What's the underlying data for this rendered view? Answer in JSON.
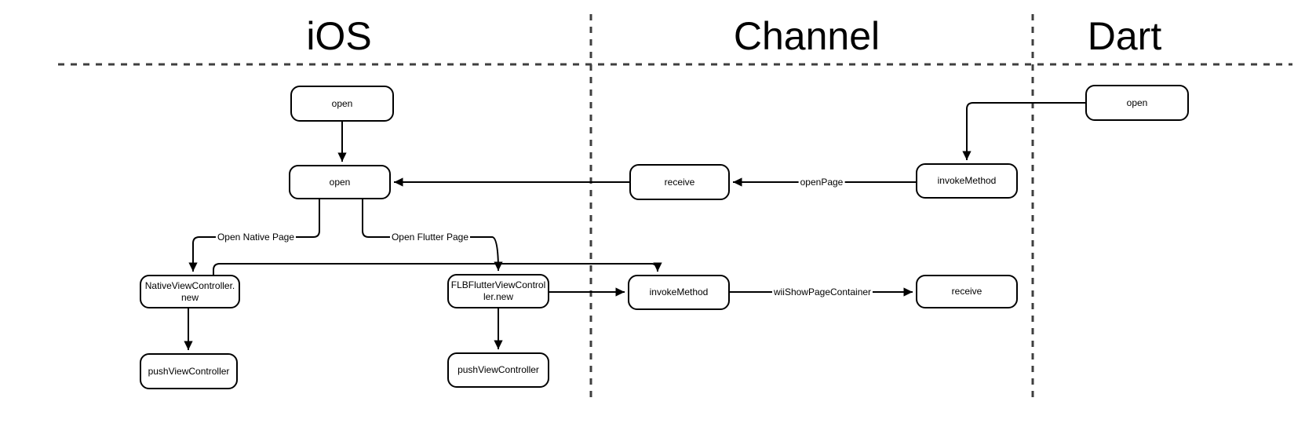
{
  "diagram": {
    "lanes": [
      {
        "id": "ios",
        "title": "iOS"
      },
      {
        "id": "channel",
        "title": "Channel"
      },
      {
        "id": "dart",
        "title": "Dart"
      }
    ],
    "nodes": {
      "ios_open_top": {
        "label": "open"
      },
      "ios_open": {
        "label": "open"
      },
      "channel_receive": {
        "label": "receive"
      },
      "dart_invoke_method": {
        "label": "invokeMethod"
      },
      "dart_open": {
        "label": "open"
      },
      "native_view_controller": {
        "line1": "NativeViewController.",
        "line2": "new"
      },
      "flb_flutter_view_controller": {
        "line1": "FLBFlutterViewControl",
        "line2": "ler.new"
      },
      "channel_invoke_method": {
        "label": "invokeMethod"
      },
      "dart_receive": {
        "label": "receive"
      },
      "push_view_controller_native": {
        "label": "pushViewController"
      },
      "push_view_controller_flutter": {
        "label": "pushViewController"
      }
    },
    "edge_labels": {
      "open_page": "openPage",
      "open_native_page": "Open Native Page",
      "open_flutter_page": "Open Flutter Page",
      "wii_show_page_container": "wiiShowPageContainer"
    },
    "colors": {
      "node_stroke": "#000000",
      "edge_stroke": "#000000",
      "divider": "#3f3f3f",
      "background": "#ffffff",
      "text": "#000000"
    }
  }
}
